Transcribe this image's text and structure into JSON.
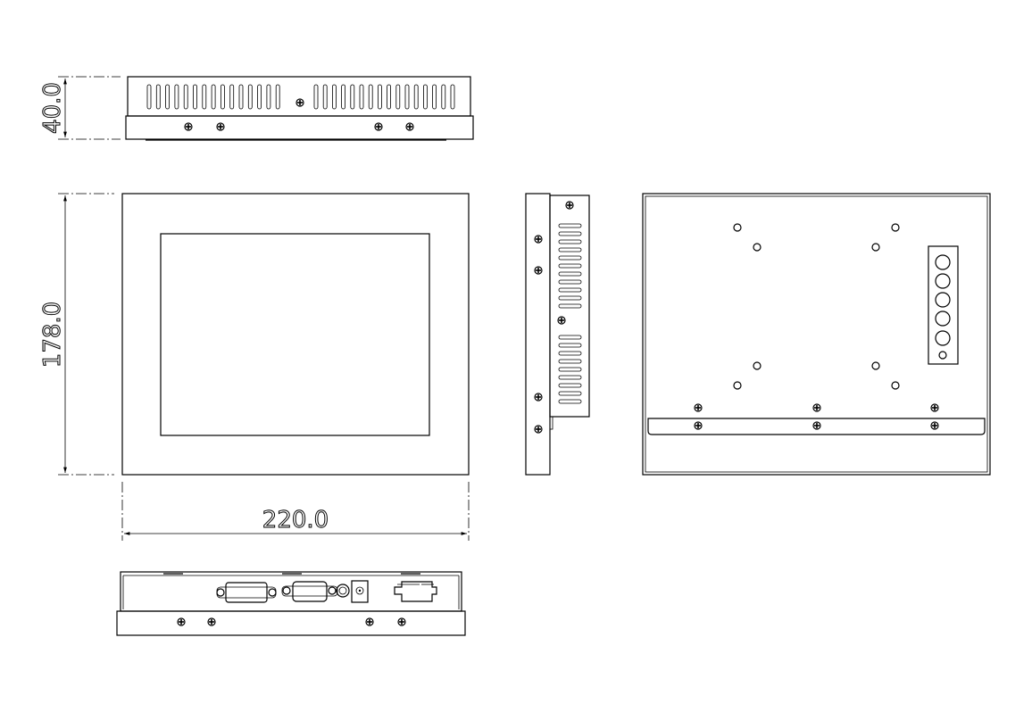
{
  "drawing": {
    "views": [
      "top-view",
      "front-view",
      "side-view",
      "rear-view",
      "bottom-view"
    ],
    "dimensions": {
      "depth": "40.0",
      "height": "178.0",
      "width": "220.0"
    },
    "colors": {
      "line": "#000000",
      "background": "#ffffff"
    }
  }
}
